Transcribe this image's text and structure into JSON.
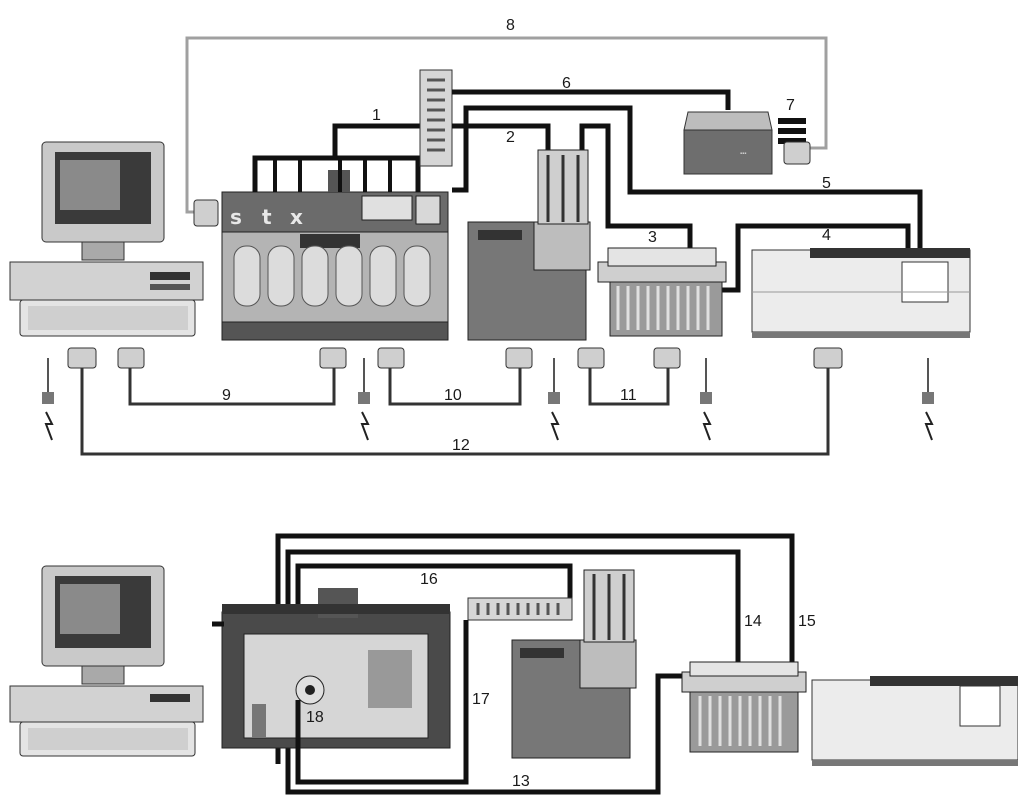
{
  "labels": {
    "l1": "1",
    "l2": "2",
    "l3": "3",
    "l4": "4",
    "l5": "5",
    "l6": "6",
    "l7": "7",
    "l8": "8",
    "l9": "9",
    "l10": "10",
    "l11": "11",
    "l12": "12",
    "l13": "13",
    "l14": "14",
    "l15": "15",
    "l16": "16",
    "l17": "17",
    "l18": "18"
  },
  "dissolution_logo": [
    "s",
    "t",
    "x"
  ],
  "colors": {
    "cable": "#111111",
    "grey_cable": "#9a9a9a",
    "device_dark": "#555555",
    "device_mid": "#8c8c8c",
    "device_light": "#e6e6e6"
  }
}
